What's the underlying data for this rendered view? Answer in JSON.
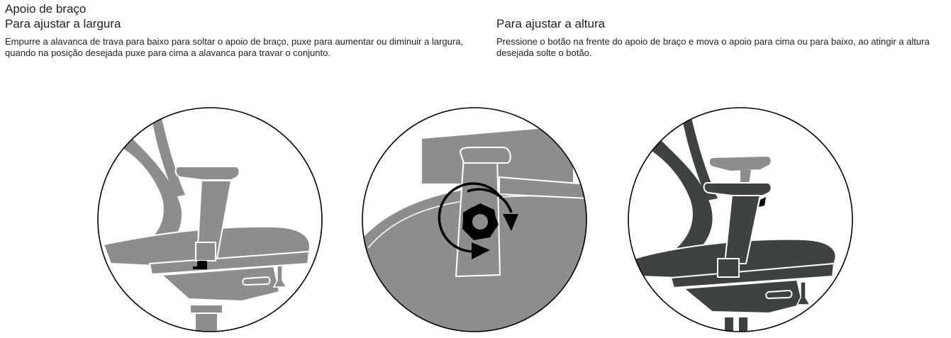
{
  "page": {
    "title": "Apoio de braço"
  },
  "sections": [
    {
      "subtitle": "Para ajustar a largura",
      "text": "Empurre a alavanca de trava para baixo para soltar o apoio de braço, puxe para aumentar ou diminuir a largura, quando na posição desejada puxe para cima a alavanca para travar o conjunto."
    },
    {
      "subtitle": "Para ajustar a altura",
      "text": "Pressione o botão na frente do apoio de braço e mova o apoio para cima ou para baixo, ao atingir a altura desejada solte o botão."
    }
  ],
  "colors": {
    "text": "#231f20",
    "chair_light": "#8c8e8d",
    "chair_dark": "#3f4243",
    "outline": "#000000",
    "background": "#ffffff"
  }
}
